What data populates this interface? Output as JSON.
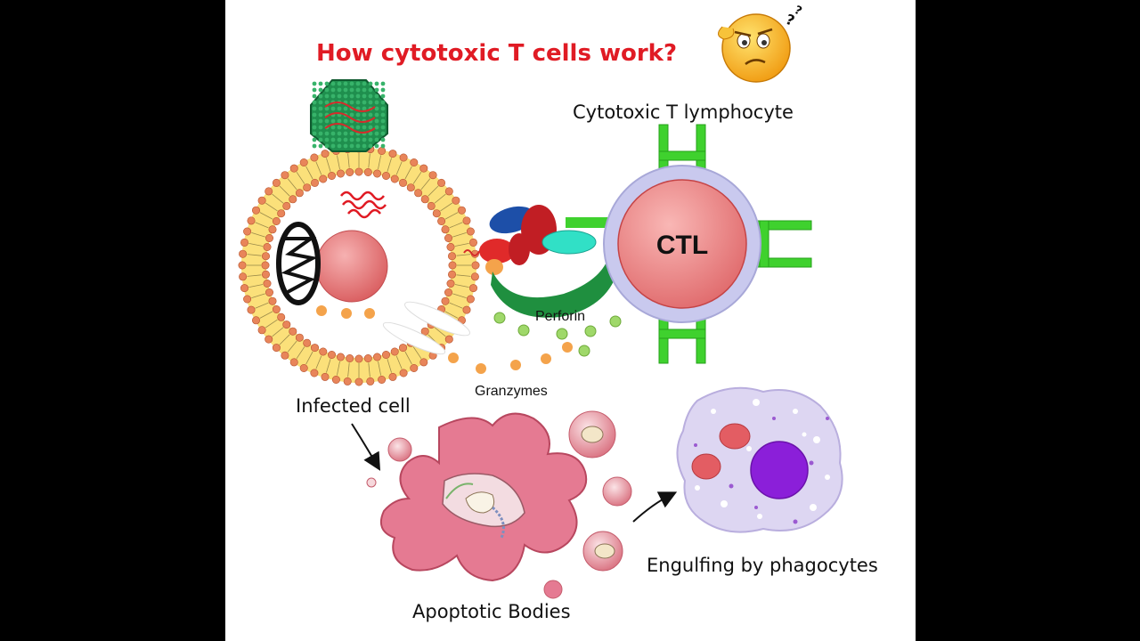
{
  "title": "How cytotoxic T cells work?",
  "labels": {
    "ctl_cell": "Cytotoxic T lymphocyte",
    "ctl_inner": "CTL",
    "perforin": "Perforin",
    "granzymes": "Granzymes",
    "infected_cell": "Infected cell",
    "apoptotic_bodies": "Apoptotic Bodies",
    "engulfing": "Engulfing by phagocytes"
  },
  "colors": {
    "title": "#e01b24",
    "background_frame": "#000000",
    "nucleus": "#e8787a",
    "ctl_membrane": "#c9c9ee",
    "receptor": "#3fd12e",
    "granzyme": "#f4a34b",
    "perforin": "#9fd86a",
    "phagocyte_nucleus": "#8b1fd9"
  }
}
